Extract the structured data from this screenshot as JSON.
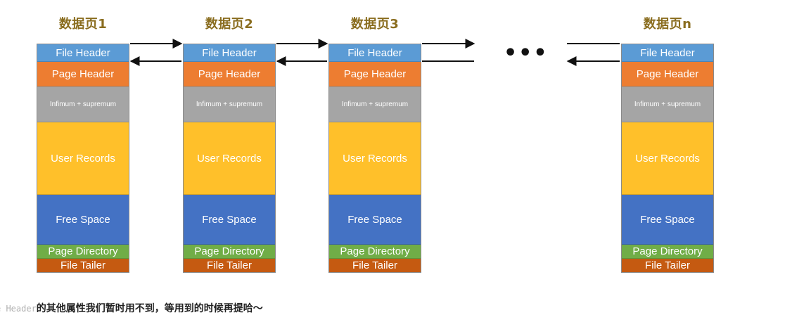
{
  "page_titles": [
    "数据页1",
    "数据页2",
    "数据页3",
    "数据页n"
  ],
  "sections": {
    "file_header": "File Header",
    "page_header": "Page Header",
    "infimum_supremum": "Infimum + supremum",
    "user_records": "User Records",
    "free_space": "Free Space",
    "page_directory": "Page Directory",
    "file_tailer": "File Tailer"
  },
  "colors": {
    "file_header": "#5b9bd5",
    "page_header": "#ed7d31",
    "infimum_supremum": "#a5a5a5",
    "user_records": "#ffc02a",
    "free_space": "#4472c4",
    "page_directory": "#70ad47",
    "file_tailer": "#c55a11",
    "title": "#8a6d1f"
  },
  "ellipsis": "•••",
  "footer": {
    "code": "e Header",
    "text": "的其他属性我们暂时用不到，等用到的时候再提哈～"
  }
}
